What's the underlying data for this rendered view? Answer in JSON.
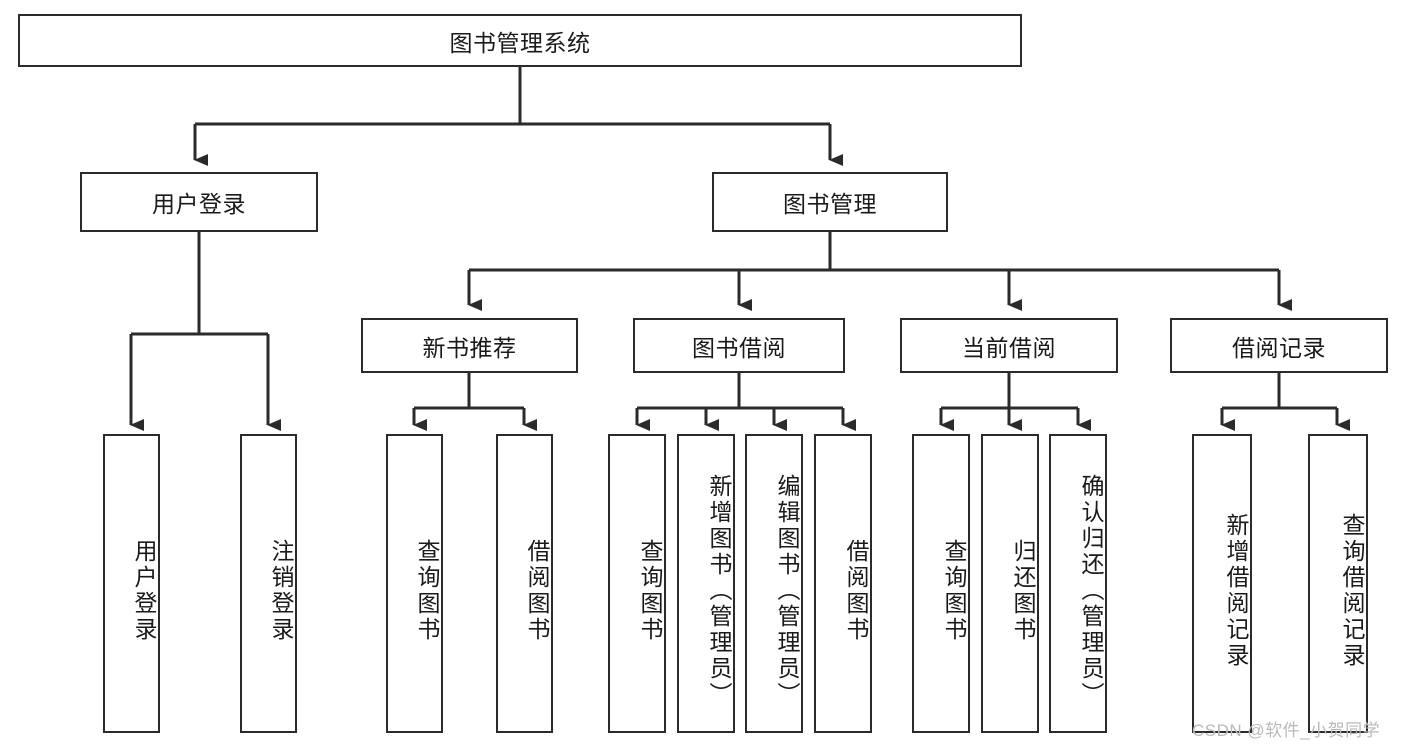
{
  "diagram": {
    "type": "hierarchy-tree",
    "title": "图书管理系统",
    "levels": 4,
    "root": {
      "id": "root",
      "label": "图书管理系统",
      "orientation": "horizontal"
    },
    "level2": [
      {
        "id": "user-login",
        "label": "用户登录",
        "orientation": "horizontal"
      },
      {
        "id": "book-manage",
        "label": "图书管理",
        "orientation": "horizontal"
      }
    ],
    "level3": [
      {
        "id": "new-book-recommend",
        "label": "新书推荐",
        "orientation": "horizontal",
        "parent": "book-manage"
      },
      {
        "id": "book-borrow",
        "label": "图书借阅",
        "orientation": "horizontal",
        "parent": "book-manage"
      },
      {
        "id": "current-borrow",
        "label": "当前借阅",
        "orientation": "horizontal",
        "parent": "book-manage"
      },
      {
        "id": "borrow-record",
        "label": "借阅记录",
        "orientation": "horizontal",
        "parent": "book-manage"
      }
    ],
    "leaves": [
      {
        "id": "leaf-user-login",
        "label": "用户登录",
        "parent": "user-login",
        "orientation": "vertical"
      },
      {
        "id": "leaf-logout-login",
        "label": "注销登录",
        "parent": "user-login",
        "orientation": "vertical"
      },
      {
        "id": "leaf-query-book-1",
        "label": "查询图书",
        "parent": "new-book-recommend",
        "orientation": "vertical"
      },
      {
        "id": "leaf-borrow-book-1",
        "label": "借阅图书",
        "parent": "new-book-recommend",
        "orientation": "vertical"
      },
      {
        "id": "leaf-query-book-2",
        "label": "查询图书",
        "parent": "book-borrow",
        "orientation": "vertical"
      },
      {
        "id": "leaf-add-book",
        "label": "新增图书（管理员）",
        "parent": "book-borrow",
        "orientation": "vertical"
      },
      {
        "id": "leaf-edit-book",
        "label": "编辑图书（管理员）",
        "parent": "book-borrow",
        "orientation": "vertical"
      },
      {
        "id": "leaf-borrow-book-2",
        "label": "借阅图书",
        "parent": "book-borrow",
        "orientation": "vertical"
      },
      {
        "id": "leaf-query-book-3",
        "label": "查询图书",
        "parent": "current-borrow",
        "orientation": "vertical"
      },
      {
        "id": "leaf-return-book",
        "label": "归还图书",
        "parent": "current-borrow",
        "orientation": "vertical"
      },
      {
        "id": "leaf-confirm-return",
        "label": "确认归还（管理员）",
        "parent": "current-borrow",
        "orientation": "vertical"
      },
      {
        "id": "leaf-add-record",
        "label": "新增借阅记录",
        "parent": "borrow-record",
        "orientation": "vertical"
      },
      {
        "id": "leaf-query-record",
        "label": "查询借阅记录",
        "parent": "borrow-record",
        "orientation": "vertical"
      }
    ],
    "colors": {
      "box_border": "#2b2b2b",
      "box_fill": "#ffffff",
      "connector": "#2b2b2b",
      "text": "#1a1a1a",
      "watermark": "#b9b9b9",
      "background": "#ffffff"
    }
  },
  "watermark": {
    "text": "CSDN @软件_小贺同学"
  }
}
